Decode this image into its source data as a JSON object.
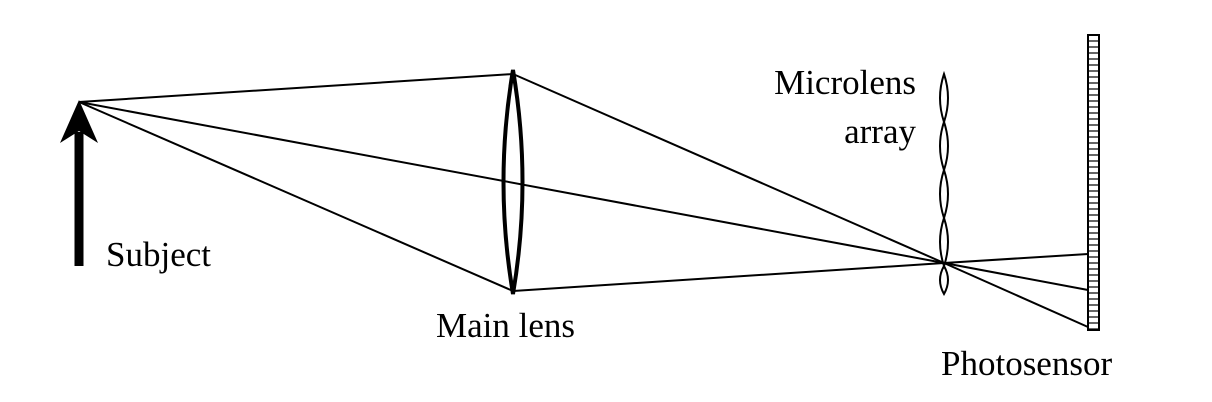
{
  "labels": {
    "subject": "Subject",
    "main_lens": "Main lens",
    "microlens_line1": "Microlens",
    "microlens_line2": "array",
    "photosensor": "Photosensor"
  },
  "colors": {
    "ink": "#000000",
    "background": "#ffffff"
  }
}
